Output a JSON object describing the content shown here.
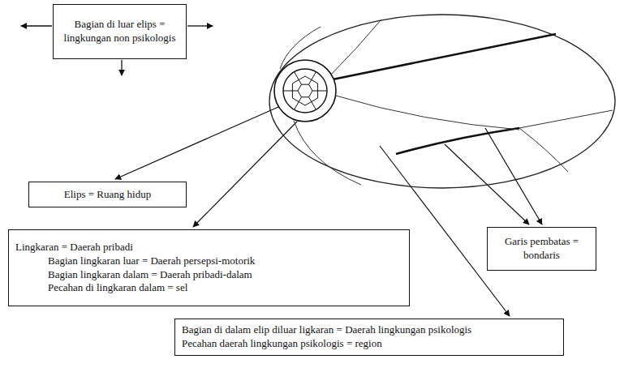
{
  "diagram": {
    "nodes": [
      {
        "text": [
          "Bagian di luar elips = lingkungan non psikologis"
        ]
      },
      {
        "text": [
          "Elips = Ruang hidup"
        ]
      },
      {
        "text": [
          "Lingkaran = Daerah pribadi",
          "Bagian lingkaran luar = Daerah persepsi-motorik",
          "Bagian lingkaran dalam = Daerah pribadi-dalam",
          "Pecahan di lingkaran dalam = sel"
        ]
      },
      {
        "text": [
          "Garis pembatas = bondaris"
        ]
      },
      {
        "text": [
          "Bagian di dalam elip diluar ligkaran = Daerah lingkungan psikologis",
          "Pecahan daerah lingkungan psikologis = region"
        ]
      }
    ]
  }
}
